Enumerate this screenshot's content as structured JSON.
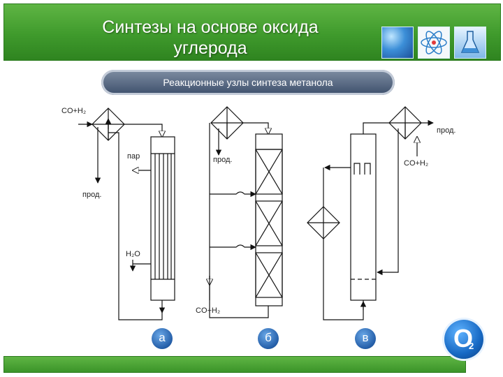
{
  "slide": {
    "title_line1": "Синтезы на основе оксида",
    "title_line2": "углерода",
    "subtitle": "Реакционные узлы синтеза метанола"
  },
  "diagram": {
    "a": {
      "feed": "CO+H₂",
      "steam": "пар",
      "product": "прод.",
      "water": "H₂O",
      "badge": "а"
    },
    "b": {
      "product": "прод.",
      "feed": "CO+H₂",
      "badge": "б"
    },
    "v": {
      "product": "прод.",
      "feed": "CO+H₂",
      "badge": "в"
    }
  },
  "logo": {
    "big": "O",
    "sub": "2"
  },
  "colors": {
    "header": "#4aa535",
    "subtitle_bar": "#4a5b78",
    "badge": "#245ea8"
  }
}
